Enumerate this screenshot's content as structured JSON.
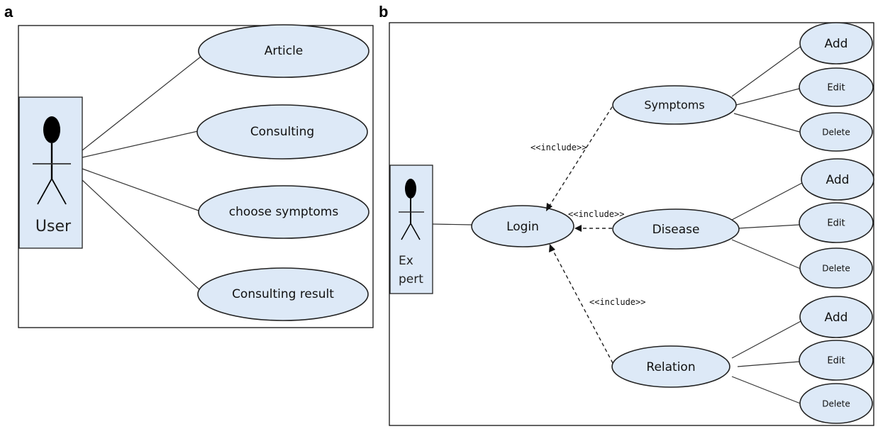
{
  "panel_a": {
    "label": "a",
    "actor": "User",
    "use_cases": [
      "Article",
      "Consulting",
      "choose symptoms",
      "Consulting result"
    ]
  },
  "panel_b": {
    "label": "b",
    "actor_line1": "Ex",
    "actor_line2": "pert",
    "login": "Login",
    "include_label": "<<include>>",
    "groups": [
      {
        "name": "Symptoms",
        "actions": [
          "Add",
          "Edit",
          "Delete"
        ]
      },
      {
        "name": "Disease",
        "actions": [
          "Add",
          "Edit",
          "Delete"
        ]
      },
      {
        "name": "Relation",
        "actions": [
          "Add",
          "Edit",
          "Delete"
        ]
      }
    ]
  },
  "colors": {
    "use_case_fill": "#dde9f7",
    "stroke": "#222222"
  }
}
